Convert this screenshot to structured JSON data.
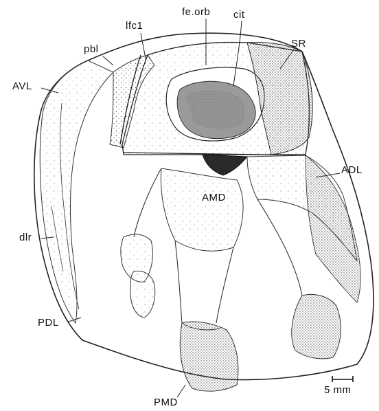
{
  "labels": {
    "fe_orb": "fe.orb",
    "cit": "cit",
    "ifc1": "lfc1",
    "pbl": "pbl",
    "sr": "SR",
    "avl": "AVL",
    "adl": "ADL",
    "amd": "AMD",
    "dlr": "dlr",
    "pdl": "PDL",
    "pmd": "PMD"
  },
  "scale_bar": {
    "label": "5 mm"
  },
  "colors": {
    "ink": "#111111",
    "stipple": "#6a6a6a",
    "shade": "#d9d9d9",
    "dark": "#2a2a2a"
  }
}
